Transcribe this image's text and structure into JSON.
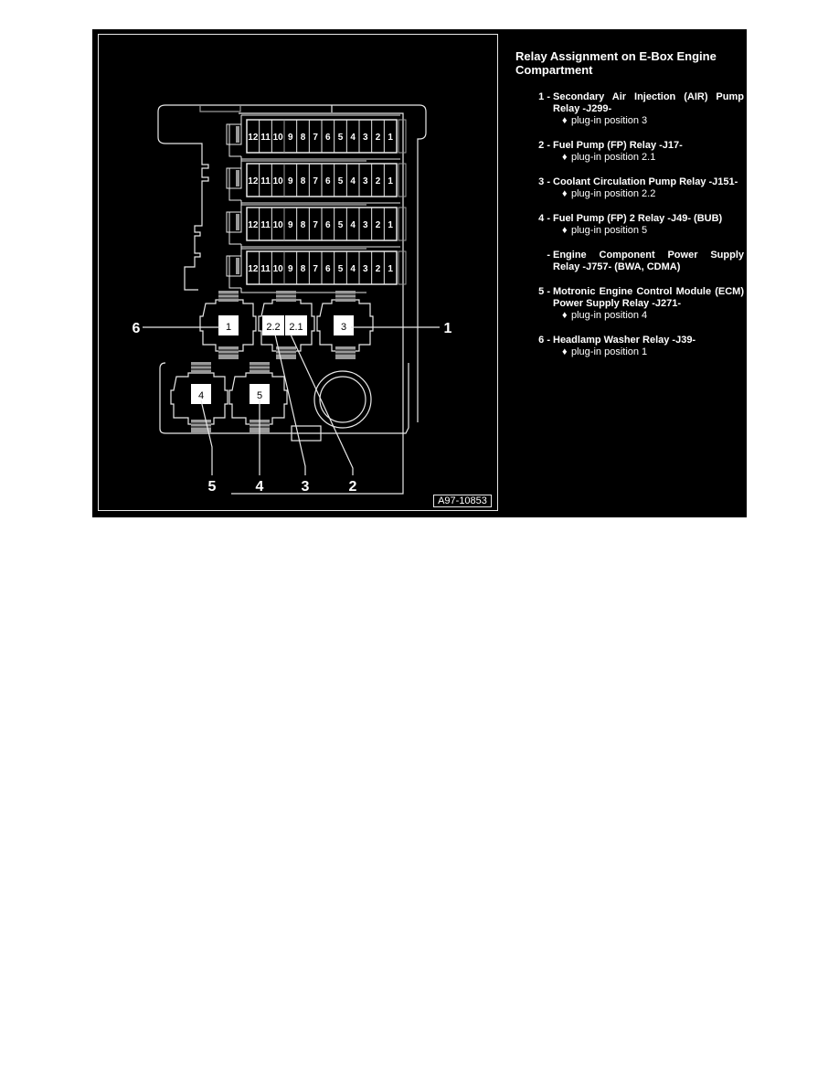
{
  "figure": {
    "code": "A97-10853",
    "colors": {
      "background": "#000000",
      "lines": "#e8e8e8",
      "grey": "#9a9a9a",
      "page": "#ffffff"
    }
  },
  "legend": {
    "title": "Relay Assignment on E-Box Engine Compartment",
    "items": [
      {
        "num": "1 -",
        "name": "Secondary Air Injection (AIR) Pump Relay -J299-",
        "sub": "plug-in position 3"
      },
      {
        "num": "2 -",
        "name": "Fuel Pump (FP) Relay -J17-",
        "sub": "plug-in position 2.1"
      },
      {
        "num": "3 -",
        "name": "Coolant Circulation Pump Relay -J151-",
        "sub": "plug-in position 2.2"
      },
      {
        "num": "4 -",
        "name": "Fuel Pump (FP) 2 Relay -J49- (BUB)",
        "sub": "plug-in position 5"
      },
      {
        "num": "-",
        "name": "Engine Component Power Supply Relay -J757- (BWA, CDMA)",
        "sub": null
      },
      {
        "num": "5 -",
        "name": "Motronic Engine Control Module (ECM) Power Supply Relay -J271-",
        "sub": "plug-in position 4"
      },
      {
        "num": "6 -",
        "name": "Headlamp Washer Relay -J39-",
        "sub": "plug-in position 1"
      }
    ],
    "bullet_icon": "diamond-icon",
    "bullet_glyph": "♦"
  },
  "diagram": {
    "fuse_rows": 4,
    "fuse_numbers": [
      "12",
      "11",
      "10",
      "9",
      "8",
      "7",
      "6",
      "5",
      "4",
      "3",
      "2",
      "1"
    ],
    "relay_positions": [
      {
        "id": "pos-1",
        "label": "1"
      },
      {
        "id": "pos-2-2",
        "label": "2.2"
      },
      {
        "id": "pos-2-1",
        "label": "2.1"
      },
      {
        "id": "pos-3",
        "label": "3"
      },
      {
        "id": "pos-4",
        "label": "4"
      },
      {
        "id": "pos-5",
        "label": "5"
      }
    ],
    "callouts": [
      "1",
      "2",
      "3",
      "4",
      "5",
      "6"
    ]
  }
}
